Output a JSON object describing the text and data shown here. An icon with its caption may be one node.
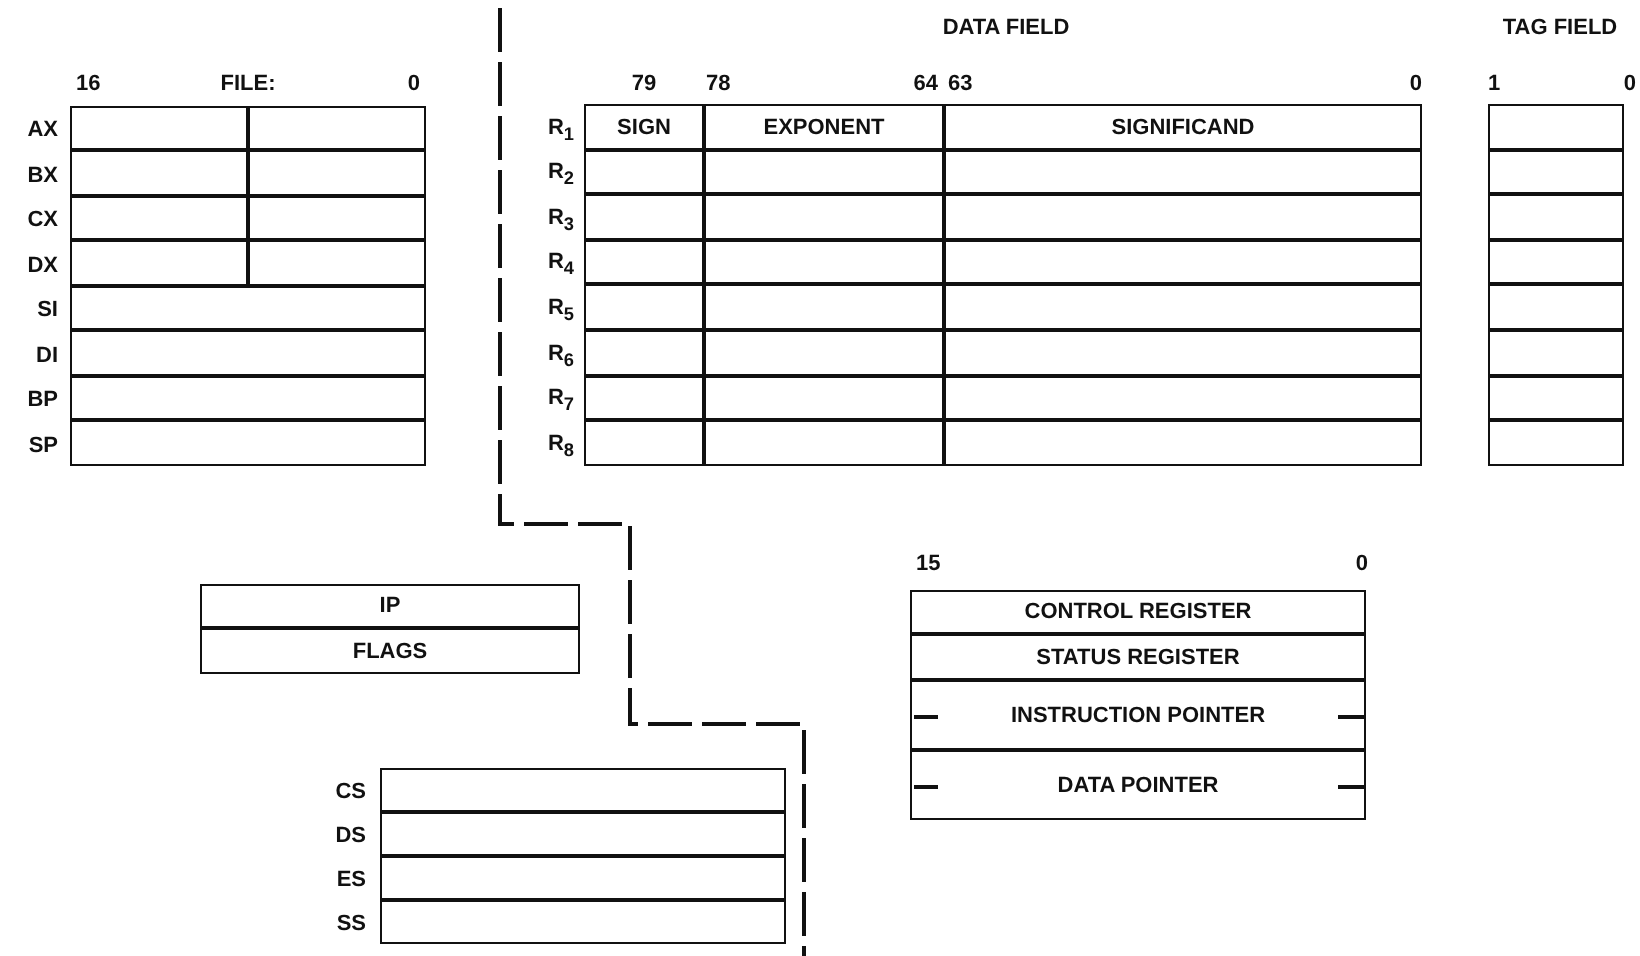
{
  "diagram": {
    "nodes": [
      {
        "text": [],
        "shape": "box"
      },
      {
        "text": [],
        "shape": "box"
      },
      {
        "text": [],
        "shape": "box"
      },
      {
        "text": [],
        "shape": "box"
      },
      {
        "text": [],
        "shape": "box"
      },
      {
        "text": [],
        "shape": "box"
      },
      {
        "text": [],
        "shape": "box"
      },
      {
        "text": [],
        "shape": "box"
      },
      {
        "text": [],
        "shape": "box"
      },
      {
        "text": [],
        "shape": "box"
      },
      {
        "text": [],
        "shape": "box"
      },
      {
        "text": [],
        "shape": "box"
      },
      {
        "text": [
          "SIGN"
        ]
      },
      {
        "text": [
          "EXPONENT"
        ]
      },
      {
        "text": [
          "SIGNIFICAND"
        ]
      },
      {
        "text": [],
        "shape": "box"
      },
      {
        "text": [],
        "shape": "box"
      },
      {
        "text": [],
        "shape": "box"
      },
      {
        "text": [],
        "shape": "box"
      },
      {
        "text": [],
        "shape": "box"
      },
      {
        "text": [],
        "shape": "box"
      },
      {
        "text": [],
        "shape": "box"
      },
      {
        "text": [],
        "shape": "box"
      },
      {
        "text": [],
        "shape": "box"
      },
      {
        "text": [],
        "shape": "box"
      },
      {
        "text": [],
        "shape": "box"
      },
      {
        "text": [],
        "shape": "box"
      },
      {
        "text": [],
        "shape": "box"
      },
      {
        "text": [],
        "shape": "box"
      },
      {
        "text": [],
        "shape": "box"
      },
      {
        "text": [],
        "shape": "box"
      },
      {
        "text": [],
        "shape": "box"
      },
      {
        "text": [],
        "shape": "box"
      },
      {
        "text": [],
        "shape": "box"
      },
      {
        "text": [],
        "shape": "box"
      },
      {
        "text": [],
        "shape": "box"
      },
      {
        "text": [],
        "shape": "box"
      },
      {
        "text": [],
        "shape": "box"
      },
      {
        "text": [],
        "shape": "box"
      },
      {
        "text": [],
        "shape": "box"
      },
      {
        "text": [],
        "shape": "box"
      },
      {
        "text": [],
        "shape": "box"
      },
      {
        "text": [],
        "shape": "box"
      },
      {
        "text": [],
        "shape": "box"
      },
      {
        "text": [
          "IP"
        ]
      },
      {
        "text": [
          "FLAGS"
        ]
      },
      {
        "text": [
          "CONTROL REGISTER"
        ]
      },
      {
        "text": [
          "STATUS REGISTER"
        ]
      },
      {
        "text": [
          "INSTRUCTION POINTER"
        ]
      },
      {
        "text": [
          "DATA POINTER"
        ]
      },
      {
        "text": [],
        "shape": "box"
      },
      {
        "text": [],
        "shape": "box"
      },
      {
        "text": [],
        "shape": "box"
      },
      {
        "text": [],
        "shape": "box"
      }
    ],
    "labels": [
      "DATA FIELD",
      "TAG FIELD",
      "16",
      "FILE:",
      "0",
      "79",
      "78",
      "64",
      "63",
      "0",
      "1",
      "0",
      "AX",
      "BX",
      "CX",
      "DX",
      "SI",
      "DI",
      "BP",
      "SP",
      "R$_{1}$",
      "R$_{2}$",
      "R$_{3}$",
      "R$_{4}$",
      "R$_{5}$",
      "R$_{6}$",
      "R$_{7}$",
      "R$_{8}$",
      "15",
      "0",
      "CS",
      "DS",
      "ES",
      "SS"
    ]
  }
}
